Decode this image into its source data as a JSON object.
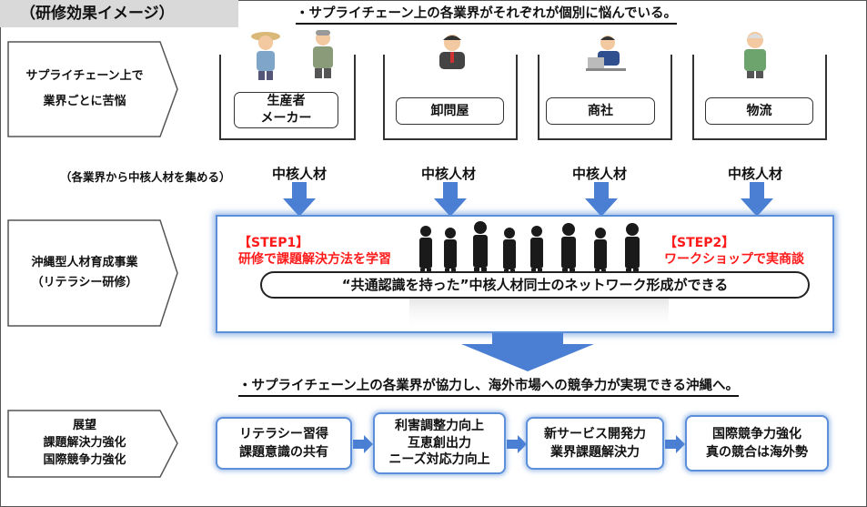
{
  "header": {
    "title": "（研修効果イメージ）",
    "lead_top": "・サプライチェーン上の各業界がそれぞれが個別に悩んでいる。",
    "lead_bottom": "・サプライチェーン上の各業界が協力し、海外市場への競争力が実現できる沖縄へ。"
  },
  "left_labels": {
    "row1": "サプライチェーン上で\n\n業界ごとに苦悩",
    "row2": "沖縄型人材育成事業\n（リテラシー研修）",
    "row3": "展望\n課題解決力強化\n国際競争力強化"
  },
  "gather_note": "（各業界から中核人材を集める）",
  "industries": [
    {
      "label": "生産者\nメーカー",
      "core": "中核人材"
    },
    {
      "label": "卸問屋",
      "core": "中核人材"
    },
    {
      "label": "商社",
      "core": "中核人材"
    },
    {
      "label": "物流",
      "core": "中核人材"
    }
  ],
  "steps": {
    "step1_title": "【STEP1】",
    "step1_text": "研修で課題解決方法を学習",
    "step2_title": "【STEP2】",
    "step2_text": "ワークショップで実商談"
  },
  "network_pill": "“共通認識を持った”中核人材同士のネットワーク形成ができる",
  "outcomes": [
    "リテラシー習得\n課題意識の共有",
    "利害調整力向上\n互恵創出力\nニーズ対応力向上",
    "新サービス開発力\n業界課題解決力",
    "国際競争力強化\n真の競合は海外勢"
  ],
  "colors": {
    "accent_blue": "#5b8fd9",
    "arrow_blue": "#4a7fd4",
    "step_red": "#ff1a1a"
  }
}
